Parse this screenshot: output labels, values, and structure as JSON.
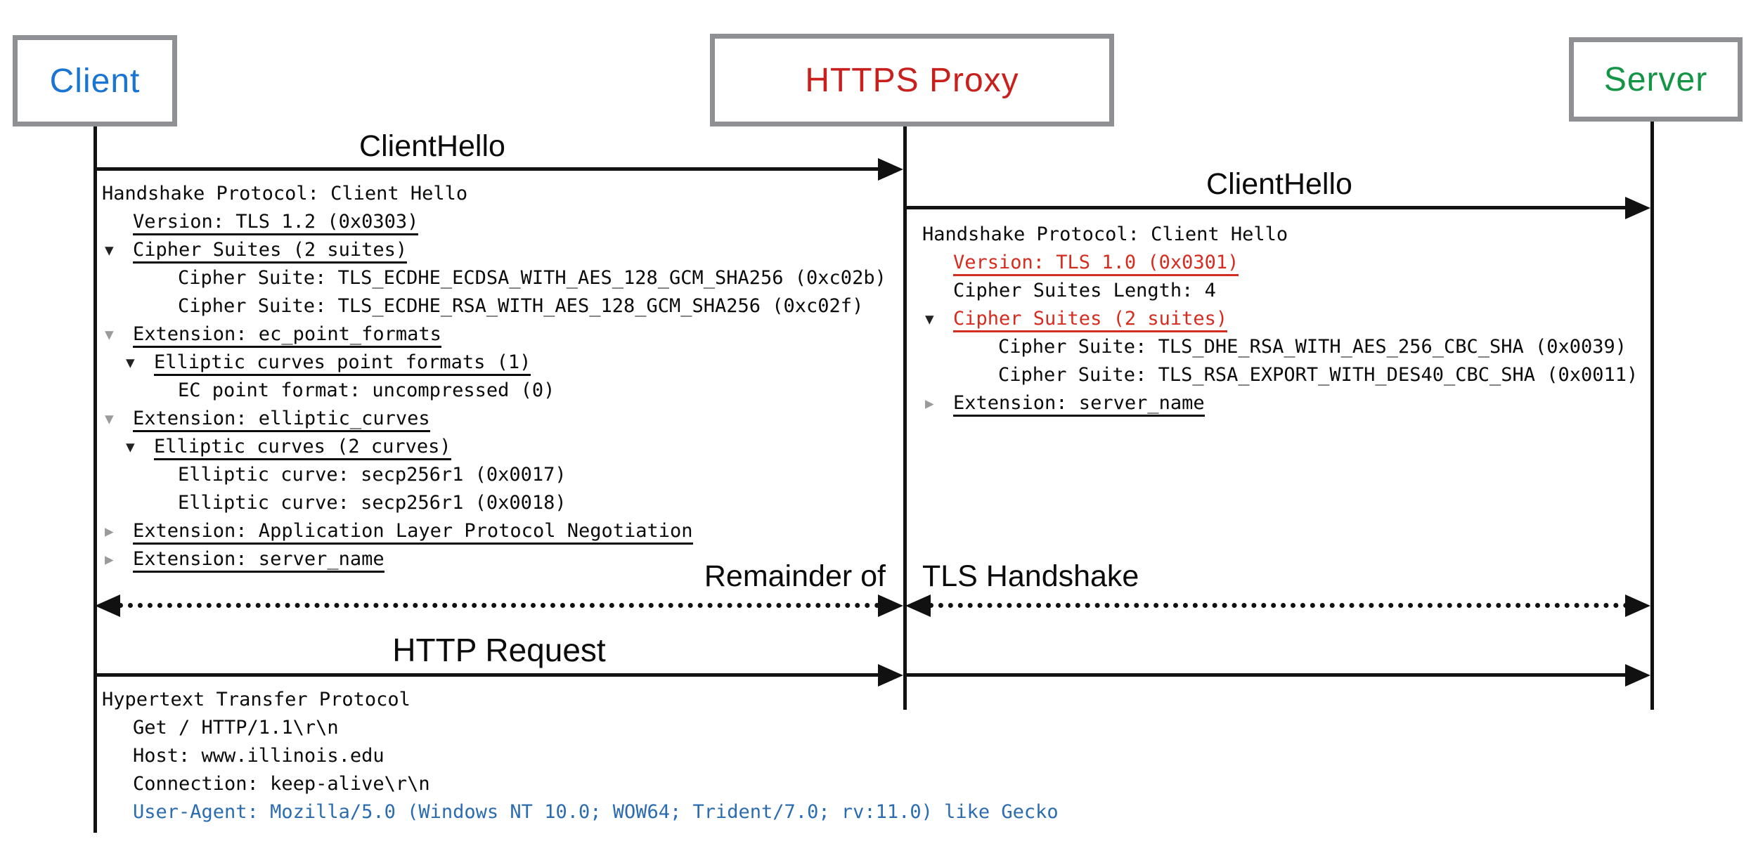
{
  "colors": {
    "client_blue": "#1a75d2",
    "proxy_red": "#c8201d",
    "server_green": "#149445",
    "field_red": "#d62b1f",
    "field_blue": "#2b6cb0",
    "border_gray": "#8e9093",
    "line_black": "#111111",
    "marker_gray": "#9a9a9a",
    "marker_black": "#222222"
  },
  "actors": [
    {
      "label": "Client"
    },
    {
      "label": "HTTPS Proxy"
    },
    {
      "label": "Server"
    }
  ],
  "messages": {
    "client_hello_left": "ClientHello",
    "client_hello_right": "ClientHello",
    "remainder_left": "Remainder of",
    "remainder_right": "TLS Handshake",
    "http_request": "HTTP Request"
  },
  "packets": {
    "left": {
      "lines": [
        {
          "text": "Handshake Protocol: Client Hello",
          "indent": 0,
          "marker": "",
          "marker_color": "",
          "underline": false,
          "color": "black"
        },
        {
          "text": "Version: TLS 1.2 (0x0303)",
          "indent": 1,
          "marker": "",
          "marker_color": "",
          "underline": true,
          "color": "black"
        },
        {
          "text": "Cipher Suites (2 suites)",
          "indent": 1,
          "marker": "down",
          "marker_color": "black",
          "underline": true,
          "color": "black"
        },
        {
          "text": "Cipher Suite: TLS_ECDHE_ECDSA_WITH_AES_128_GCM_SHA256 (0xc02b)",
          "indent": 3,
          "marker": "",
          "marker_color": "",
          "underline": false,
          "color": "black"
        },
        {
          "text": "Cipher Suite: TLS_ECDHE_RSA_WITH_AES_128_GCM_SHA256 (0xc02f)",
          "indent": 3,
          "marker": "",
          "marker_color": "",
          "underline": false,
          "color": "black"
        },
        {
          "text": "Extension: ec_point_formats",
          "indent": 1,
          "marker": "down",
          "marker_color": "gray",
          "underline": true,
          "color": "black"
        },
        {
          "text": "Elliptic curves point formats (1)",
          "indent": 2,
          "marker": "down",
          "marker_color": "black",
          "underline": true,
          "color": "black"
        },
        {
          "text": "EC point format: uncompressed (0)",
          "indent": 3,
          "marker": "",
          "marker_color": "",
          "underline": false,
          "color": "black"
        },
        {
          "text": "Extension: elliptic_curves",
          "indent": 1,
          "marker": "down",
          "marker_color": "gray",
          "underline": true,
          "color": "black"
        },
        {
          "text": "Elliptic curves (2 curves)",
          "indent": 2,
          "marker": "down",
          "marker_color": "black",
          "underline": true,
          "color": "black"
        },
        {
          "text": "Elliptic curve: secp256r1 (0x0017)",
          "indent": 3,
          "marker": "",
          "marker_color": "",
          "underline": false,
          "color": "black"
        },
        {
          "text": "Elliptic curve: secp256r1 (0x0018)",
          "indent": 3,
          "marker": "",
          "marker_color": "",
          "underline": false,
          "color": "black"
        },
        {
          "text": "Extension: Application Layer Protocol Negotiation",
          "indent": 1,
          "marker": "right",
          "marker_color": "gray",
          "underline": true,
          "color": "black"
        },
        {
          "text": "Extension: server_name",
          "indent": 1,
          "marker": "right",
          "marker_color": "gray",
          "underline": true,
          "color": "black"
        }
      ]
    },
    "right": {
      "lines": [
        {
          "text": "Handshake Protocol: Client Hello",
          "indent": 0,
          "marker": "",
          "marker_color": "",
          "underline": false,
          "color": "black"
        },
        {
          "text": "Version: TLS 1.0 (0x0301)",
          "indent": 1,
          "marker": "",
          "marker_color": "",
          "underline": true,
          "color": "red"
        },
        {
          "text": "Cipher Suites Length: 4",
          "indent": 1,
          "marker": "",
          "marker_color": "",
          "underline": false,
          "color": "black"
        },
        {
          "text": "Cipher Suites (2 suites)",
          "indent": 1,
          "marker": "down",
          "marker_color": "black",
          "underline": true,
          "color": "red"
        },
        {
          "text": "Cipher Suite: TLS_DHE_RSA_WITH_AES_256_CBC_SHA (0x0039)",
          "indent": 3,
          "marker": "",
          "marker_color": "",
          "underline": false,
          "color": "black"
        },
        {
          "text": "Cipher Suite: TLS_RSA_EXPORT_WITH_DES40_CBC_SHA (0x0011)",
          "indent": 3,
          "marker": "",
          "marker_color": "",
          "underline": false,
          "color": "black"
        },
        {
          "text": "Extension: server_name",
          "indent": 1,
          "marker": "right",
          "marker_color": "gray",
          "underline": true,
          "color": "black"
        }
      ]
    },
    "bottom": {
      "lines": [
        {
          "text": "Hypertext Transfer Protocol",
          "indent": 0,
          "marker": "",
          "marker_color": "",
          "underline": false,
          "color": "black"
        },
        {
          "text": "Get / HTTP/1.1\\r\\n",
          "indent": 1,
          "marker": "",
          "marker_color": "",
          "underline": false,
          "color": "black"
        },
        {
          "text": "Host: www.illinois.edu",
          "indent": 1,
          "marker": "",
          "marker_color": "",
          "underline": false,
          "color": "black"
        },
        {
          "text": "Connection: keep-alive\\r\\n",
          "indent": 1,
          "marker": "",
          "marker_color": "",
          "underline": false,
          "color": "black"
        },
        {
          "text": "User-Agent: Mozilla/5.0 (Windows NT 10.0; WOW64; Trident/7.0; rv:11.0) like Gecko",
          "indent": 1,
          "marker": "",
          "marker_color": "",
          "underline": false,
          "color": "blue"
        }
      ]
    }
  }
}
